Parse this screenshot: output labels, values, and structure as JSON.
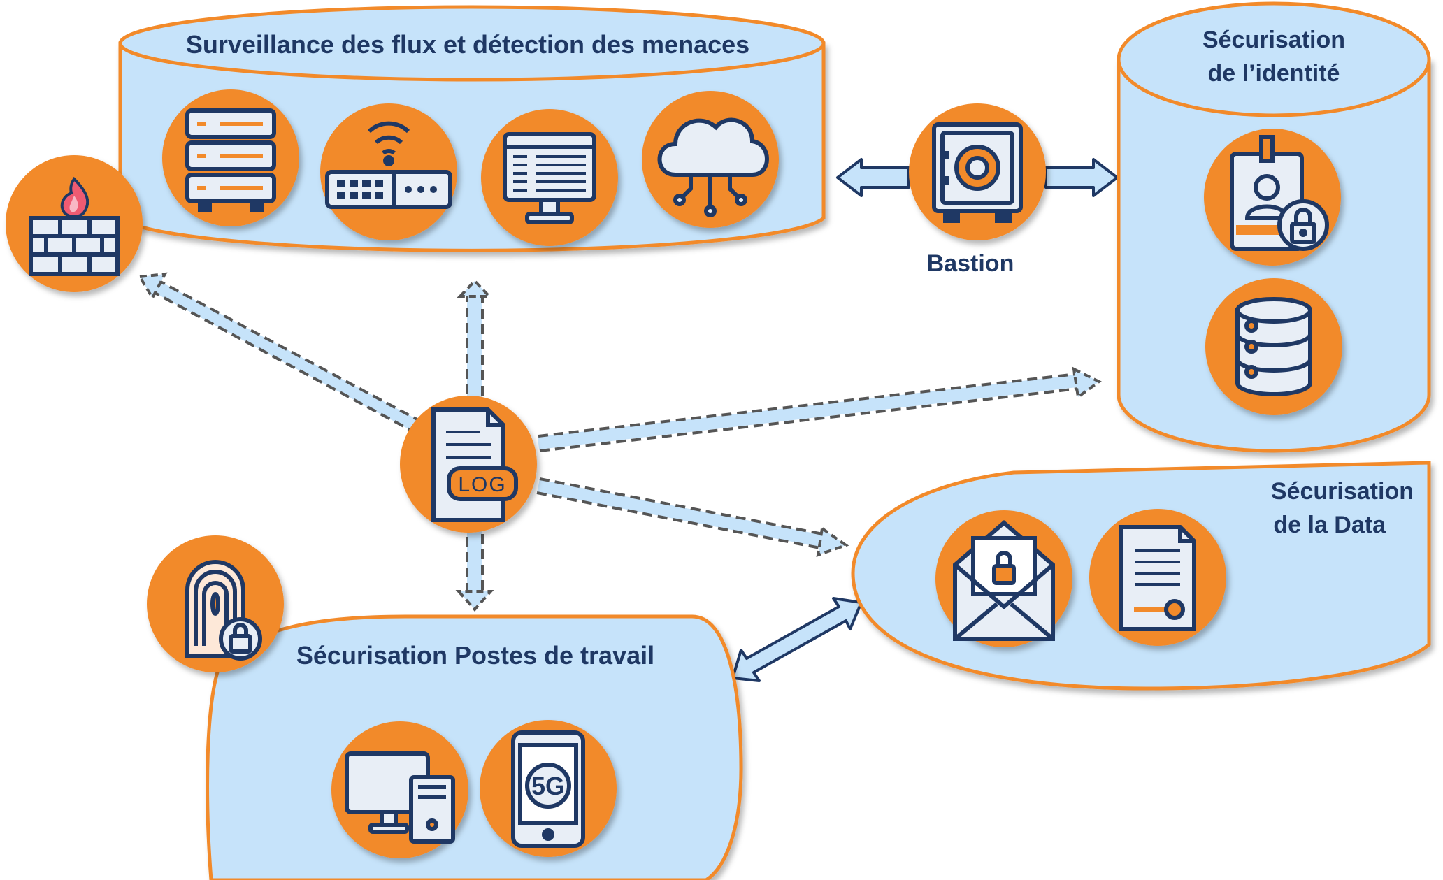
{
  "colors": {
    "orange": "#f28a2a",
    "light_blue": "#c6e3fa",
    "navy": "#1f3864",
    "icon_fill": "#e8eef6"
  },
  "groups": {
    "monitoring": {
      "title": "Surveillance des flux et détection des menaces",
      "icons": [
        "server-rack-icon",
        "network-switch-icon",
        "monitor-dashboard-icon",
        "cloud-network-icon"
      ]
    },
    "identity": {
      "title_line1": "Sécurisation",
      "title_line2": "de l’identité",
      "icons": [
        "badge-lock-icon",
        "database-icon"
      ]
    },
    "data": {
      "title_line1": "Sécurisation",
      "title_line2": "de la Data",
      "icons": [
        "mail-lock-icon",
        "document-key-icon"
      ]
    },
    "workstation": {
      "title": "Sécurisation Postes de travail",
      "icons": [
        "desktop-computer-icon",
        "smartphone-5g-icon"
      ]
    }
  },
  "nodes": {
    "bastion": {
      "label": "Bastion",
      "icon": "safe-icon"
    },
    "firewall": {
      "icon": "firewall-icon"
    },
    "fingerprint": {
      "icon": "fingerprint-lock-icon"
    },
    "log": {
      "icon": "log-file-icon",
      "badge_text": "LOG"
    }
  },
  "phone_badge_text": "5G"
}
